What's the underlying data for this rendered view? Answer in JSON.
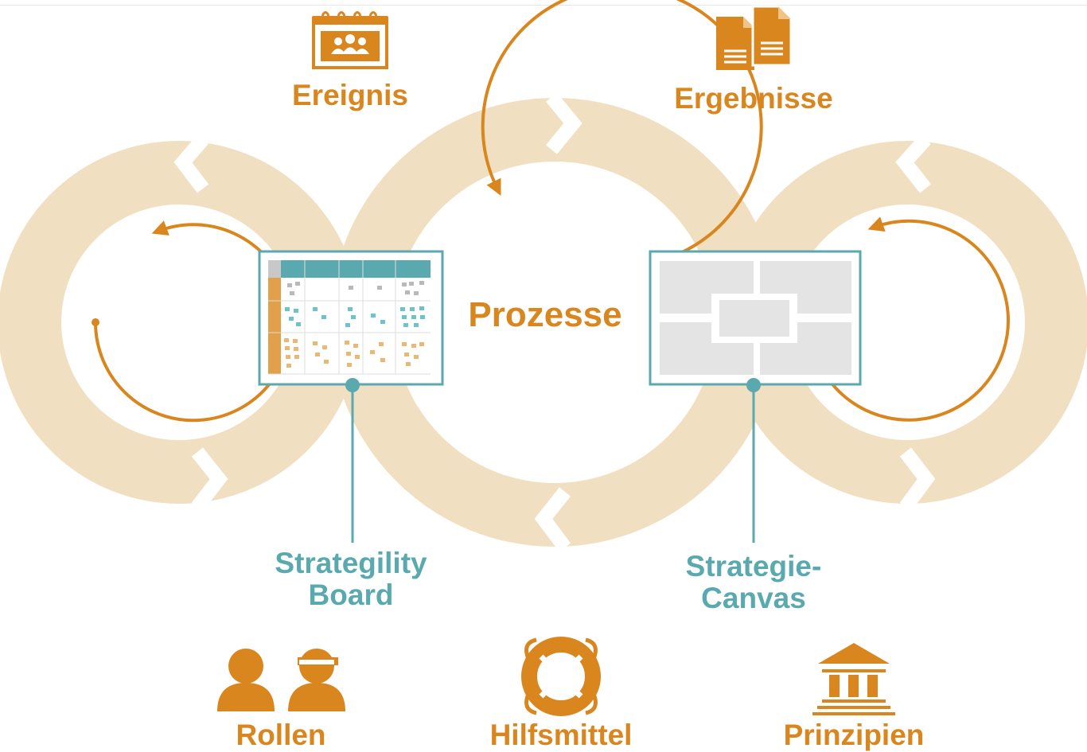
{
  "colors": {
    "ring": "#f1dfc1",
    "accent": "#d9861f",
    "teal": "#5aa9ae",
    "panel": "#e4e4e4",
    "sticky_gray": "#b9b9b9",
    "sticky_teal": "#6dc3c7",
    "sticky_orange": "#e8b877"
  },
  "center_label": "Prozesse",
  "top": {
    "event": {
      "label": "Ereignis",
      "icon": "calendar-people-icon"
    },
    "results": {
      "label": "Ergebnisse",
      "icon": "documents-icon"
    }
  },
  "artifacts": {
    "board": {
      "label_line1": "Strategility",
      "label_line2": "Board",
      "icon": "kanban-board-icon"
    },
    "canvas": {
      "label_line1": "Strategie-",
      "label_line2": "Canvas",
      "icon": "canvas-grid-icon"
    }
  },
  "bottom": {
    "roles": {
      "label": "Rollen",
      "icon": "people-icon"
    },
    "tools": {
      "label": "Hilfsmittel",
      "icon": "lifebuoy-icon"
    },
    "principles": {
      "label": "Prinzipien",
      "icon": "pillars-building-icon"
    }
  }
}
